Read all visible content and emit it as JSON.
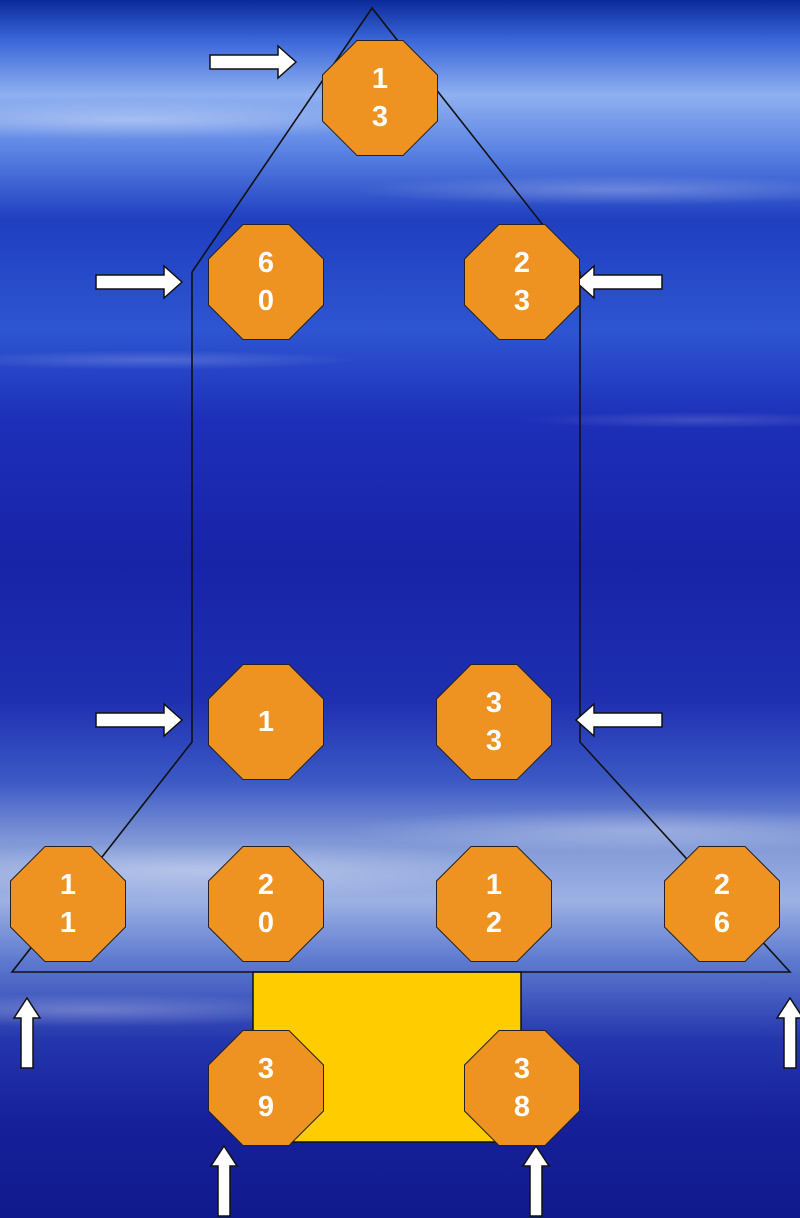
{
  "colors": {
    "octagon_fill": "#ee9222",
    "octagon_text": "#ffffff",
    "center_box": "#ffcc00",
    "outline": "#111111",
    "arrow_fill": "#ffffff"
  },
  "markers": [
    {
      "id": "m13",
      "label": "1\n3"
    },
    {
      "id": "m60",
      "label": "6\n0"
    },
    {
      "id": "m23",
      "label": "2\n3"
    },
    {
      "id": "m1",
      "label": "1"
    },
    {
      "id": "m33",
      "label": "3\n3"
    },
    {
      "id": "m11",
      "label": "1\n1"
    },
    {
      "id": "m20",
      "label": "2\n0"
    },
    {
      "id": "m12",
      "label": "1\n2"
    },
    {
      "id": "m26",
      "label": "2\n6"
    },
    {
      "id": "m39",
      "label": "3\n9"
    },
    {
      "id": "m38",
      "label": "3\n8"
    }
  ],
  "arrows": [
    {
      "id": "a1",
      "direction": "right"
    },
    {
      "id": "a2",
      "direction": "right"
    },
    {
      "id": "a3",
      "direction": "left"
    },
    {
      "id": "a4",
      "direction": "right"
    },
    {
      "id": "a5",
      "direction": "left"
    },
    {
      "id": "a6",
      "direction": "up"
    },
    {
      "id": "a7",
      "direction": "up"
    },
    {
      "id": "a8",
      "direction": "up"
    },
    {
      "id": "a9",
      "direction": "up"
    }
  ]
}
